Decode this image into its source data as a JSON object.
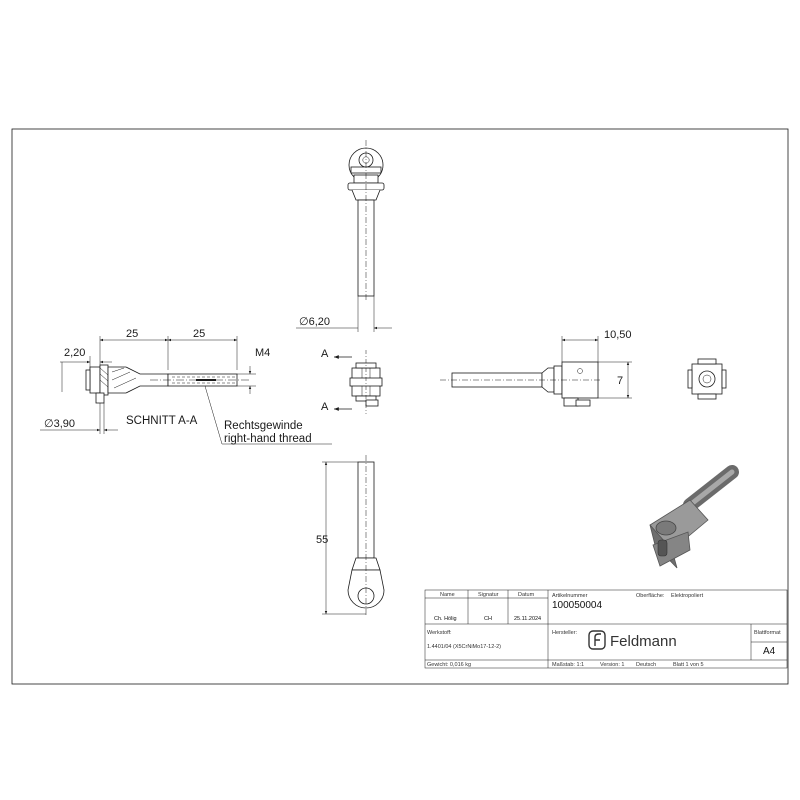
{
  "drawing": {
    "dimensions": {
      "dia_6_20": "∅6,20",
      "len_25_a": "25",
      "len_25_b": "25",
      "thread_m4": "M4",
      "w_2_20": "2,20",
      "dia_3_90": "∅3,90",
      "w_10_50": "10,50",
      "h_7": "7",
      "len_55": "55"
    },
    "section_label": "SCHNITT A-A",
    "section_marker_top": "A",
    "section_marker_bottom": "A",
    "thread_note_de": "Rechtsgewinde",
    "thread_note_en": "right-hand thread"
  },
  "title_block": {
    "col_name": "Name",
    "col_signatur": "Signatur",
    "col_datum": "Datum",
    "name_value": "Ch. Hölig",
    "signatur_value": "CH",
    "datum_value": "25.11.2024",
    "artikelnummer_label": "Artikelnummer",
    "artikelnummer_value": "100050004",
    "oberflaeche_label": "Oberfläche:",
    "oberflaeche_value": "Elektropoliert",
    "werkstoff_label": "Werkstoff:",
    "werkstoff_value": "1.4401/04 (X5CrNiMo17-12-2)",
    "hersteller_label": "Hersteller:",
    "logo_text": "Feldmann",
    "blattformat_label": "Blattformat",
    "blattformat_value": "A4",
    "gewicht": "Gewicht: 0,016 kg",
    "massstab": "Maßstab: 1:1",
    "version": "Version: 1",
    "sprache": "Deutsch",
    "blatt": "Blatt 1 von 5"
  }
}
